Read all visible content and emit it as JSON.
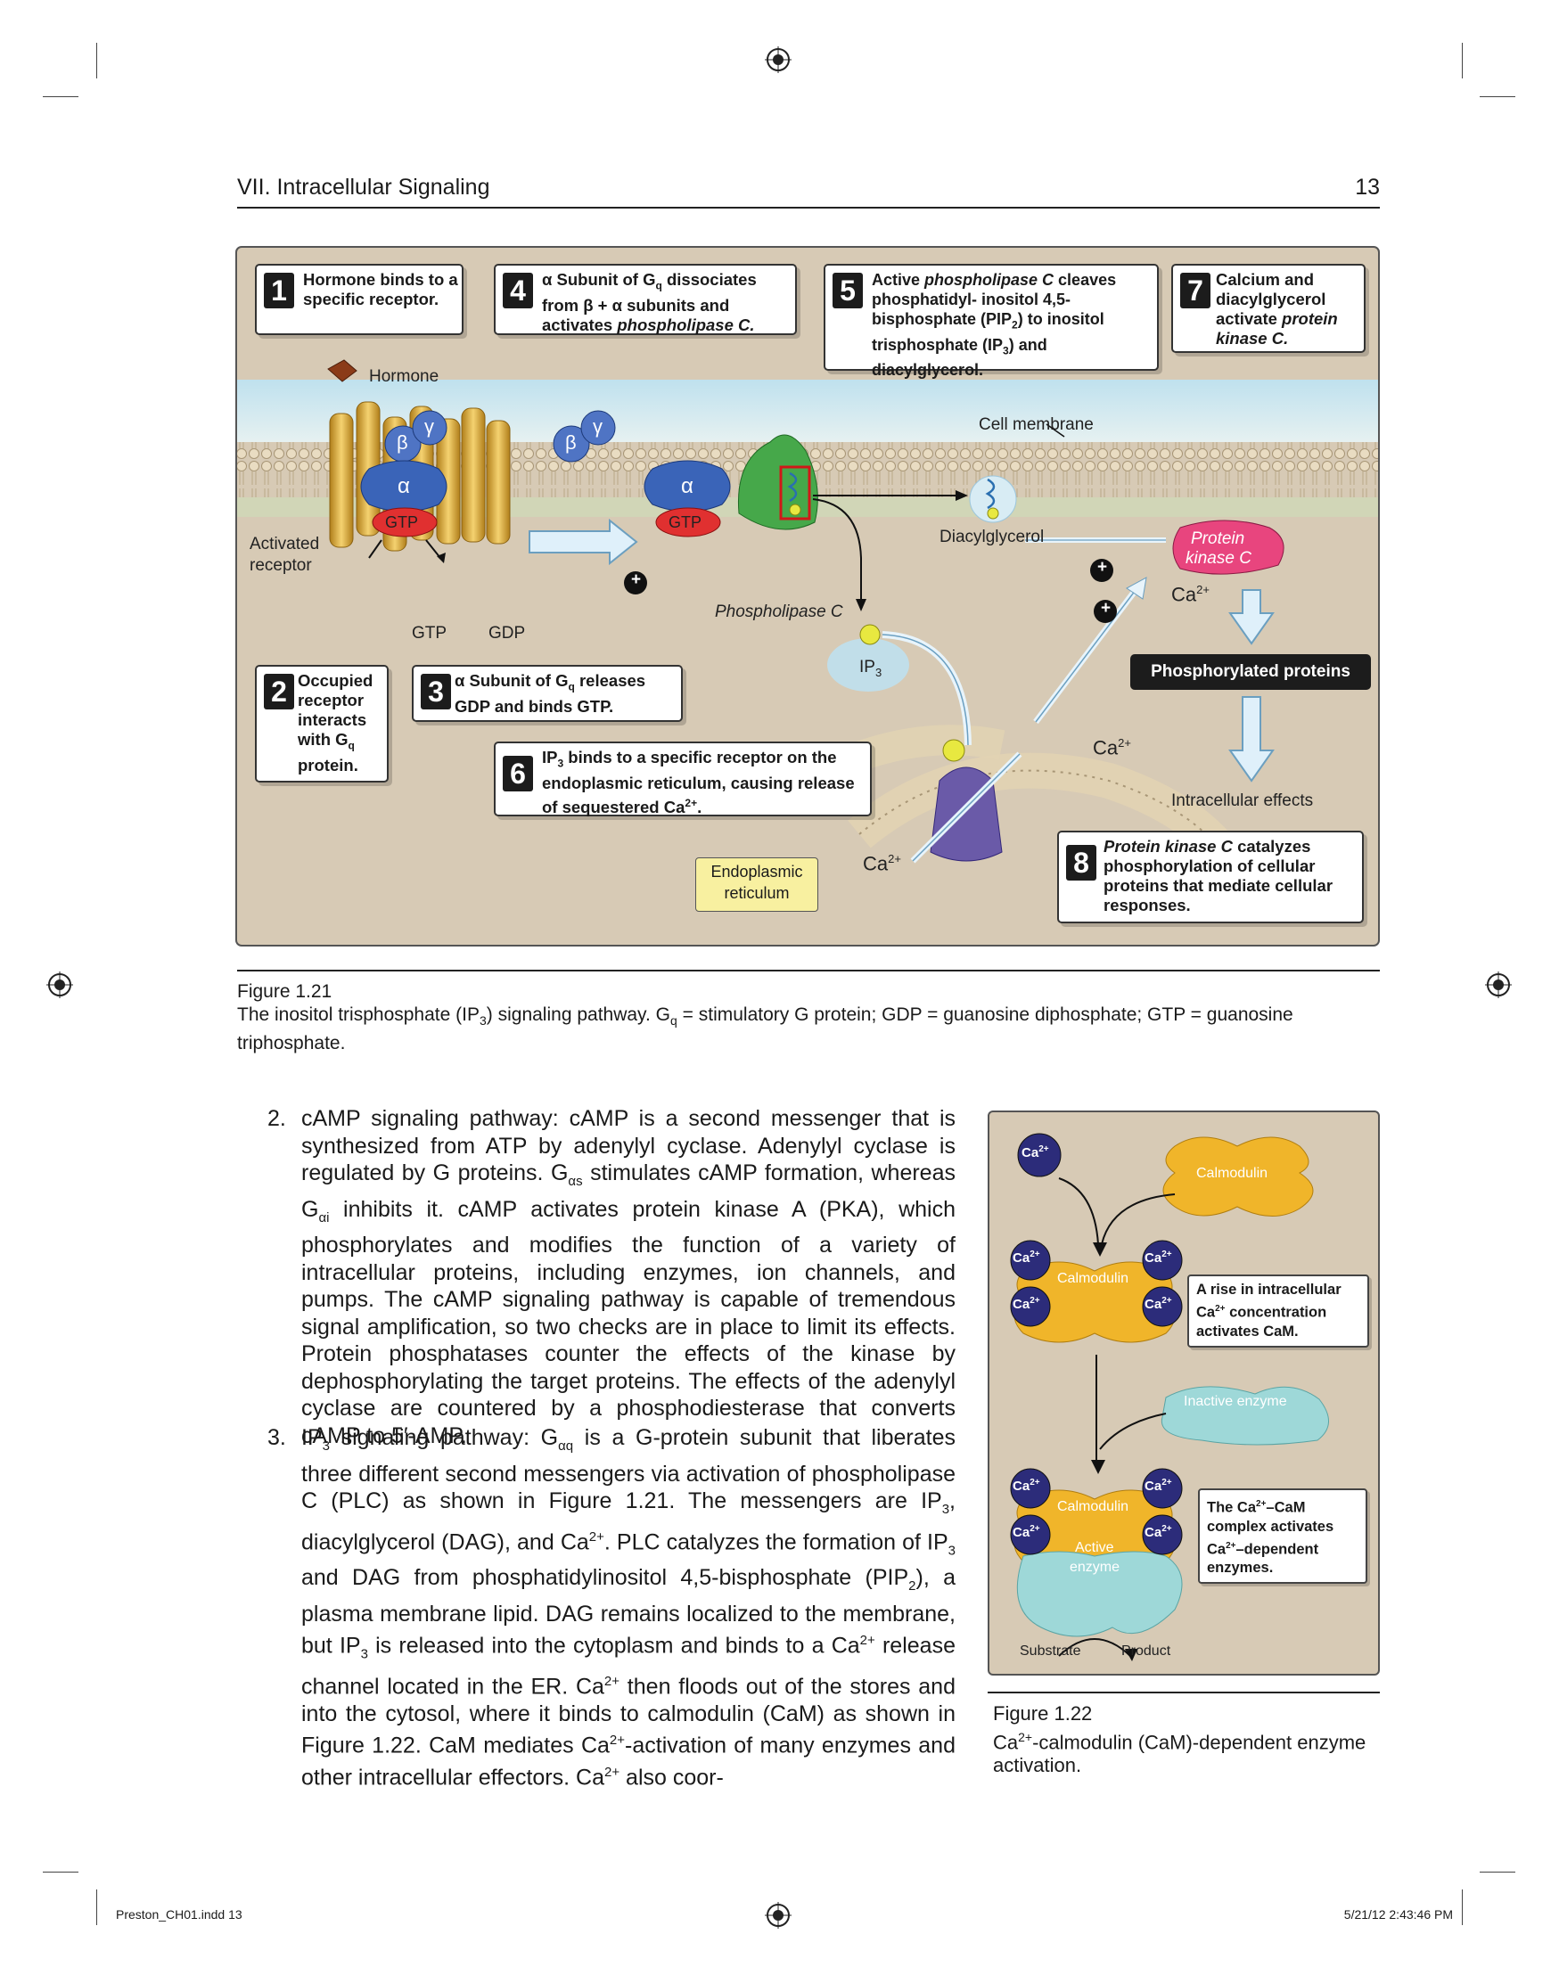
{
  "header": {
    "section_title": "VII.  Intracellular Signaling",
    "page_number": "13"
  },
  "figure1": {
    "callouts": [
      {
        "num": "1",
        "text": "Hormone binds to a specific receptor."
      },
      {
        "num": "2",
        "text": "Occupied receptor interacts with G",
        "sub": "q",
        "tail": " protein."
      },
      {
        "num": "3",
        "text": "α Subunit of G",
        "sub": "q",
        "tail": " releases GDP and binds GTP."
      },
      {
        "num": "4",
        "text": "α Subunit of G",
        "sub": "q",
        "tail": " dissociates from β + α subunits and activates ",
        "em": "phospholipase C."
      },
      {
        "num": "5",
        "text": "Active ",
        "em": "phospholipase C",
        "tail": " cleaves phosphatidyl- inositol 4,5-bisphosphate (PIP",
        "sub": "2",
        "tail2": ") to inositol trisphosphate (IP",
        "sub2": "3",
        "tail3": ") and diacylglycerol."
      },
      {
        "num": "6",
        "text": "IP",
        "sub": "3",
        "tail": " binds to a specific receptor on the endoplasmic reticulum, causing release of sequestered Ca",
        "sup": "2+",
        "tail2": "."
      },
      {
        "num": "7",
        "text": "Calcium and diacylglycerol activate ",
        "em": "protein kinase C."
      },
      {
        "num": "8",
        "em": "Protein kinase C",
        "tail": " catalyzes phosphorylation of cellular proteins that mediate cellular responses."
      }
    ],
    "labels": {
      "hormone": "Hormone",
      "cell_membrane": "Cell membrane",
      "activated_receptor_1": "Activated",
      "activated_receptor_2": "receptor",
      "beta": "β",
      "gamma": "γ",
      "alpha": "α",
      "gtp": "GTP",
      "gdp": "GDP",
      "plus": "+",
      "phospholipase_c": "Phospholipase C",
      "diacylglycerol": "Diacylglycerol",
      "protein_kinase_c_1": "Protein",
      "protein_kinase_c_2": "kinase C",
      "ca": "Ca",
      "ca_sup": "2+",
      "ip": "IP",
      "ip_sub": "3",
      "phosphorylated_proteins": "Phosphorylated proteins",
      "intracellular_effects": "Intracellular effects",
      "er_1": "Endoplasmic",
      "er_2": "reticulum"
    },
    "caption_title": "Figure 1.21",
    "caption_parts": [
      "The inositol trisphosphate (IP",
      "3",
      ") signaling pathway. G",
      "q",
      " = stimulatory G protein; GDP = guanosine diphosphate; GTP = guanosine triphosphate."
    ]
  },
  "body": {
    "item2_num": "2.",
    "item2": [
      "cAMP signaling pathway: cAMP is a second messenger that is synthesized from ATP by adenylyl cyclase. Adenylyl cyclase is regulated by G proteins. G",
      "αs",
      " stimulates cAMP formation, whereas G",
      "αi",
      " inhibits it. cAMP activates protein kinase A (PKA), which phosphorylates and modifies the function of a variety of intracellular proteins, including enzymes, ion channels, and pumps. The cAMP signaling pathway is capable of tremendous signal amplification, so two checks are in place to limit its effects. Protein phosphatases counter the effects of the kinase by dephosphorylating the target proteins. The effects of the adenylyl cyclase are countered by a phosphodiesterase that converts cAMP to 5′-AMP."
    ],
    "item3_num": "3.",
    "item3": [
      "IP",
      "3",
      " signaling pathway: G",
      "αq",
      " is a G-protein subunit that liberates three different second messengers via activation of phospholipase C (PLC) as shown in Figure 1.21. The messengers are IP",
      "3",
      ", diacylglycerol (DAG), and Ca",
      "2+",
      ". PLC catalyzes the formation of IP",
      "3",
      " and DAG from phosphatidylinositol 4,5-bisphosphate (PIP",
      "2",
      "), a plasma membrane lipid. DAG remains localized to the membrane, but IP",
      "3",
      " is released into the cytoplasm and binds to a Ca",
      "2+",
      " release channel located in the ER. Ca",
      "2+",
      " then floods out of the stores and into the cytosol, where it binds to calmodulin (CaM) as shown in Figure 1.22. CaM mediates Ca",
      "2+",
      "-activation of many enzymes and other intracellular effectors. Ca",
      "2+",
      " also coor-"
    ]
  },
  "figure2": {
    "ca": "Ca",
    "ca_sup": "2+",
    "calmodulin": "Calmodulin",
    "inactive_enzyme": "Inactive enzyme",
    "active_enzyme_1": "Active",
    "active_enzyme_2": "enzyme",
    "substrate": "Substrate",
    "product": "Product",
    "callout_a": [
      "A rise in intracellular Ca",
      "2+",
      " concentration activates CaM."
    ],
    "callout_b": [
      "The Ca",
      "2+",
      "–CaM complex activates Ca",
      "2+",
      "–dependent enzymes."
    ],
    "caption_title": "Figure 1.22",
    "caption_parts": [
      "Ca",
      "2+",
      "-calmodulin (CaM)-dependent enzyme activation."
    ]
  },
  "footer": {
    "file": "Preston_CH01.indd   13",
    "timestamp": "5/21/12   2:43:46 PM"
  },
  "colors": {
    "panel_bg": "#d7cab5",
    "membrane_blue": "#cfe6ef",
    "receptor_gold": "#e3b440",
    "alpha_blue": "#3a64b8",
    "gtp_red": "#e03030",
    "plc_green": "#46a84a",
    "pkc_pink": "#e8457e",
    "er_purple": "#6a5aa8",
    "calmodulin_gold": "#f0b52a",
    "ca_ball": "#2c2c7a",
    "enzyme_cyan": "#9ed8d8"
  }
}
